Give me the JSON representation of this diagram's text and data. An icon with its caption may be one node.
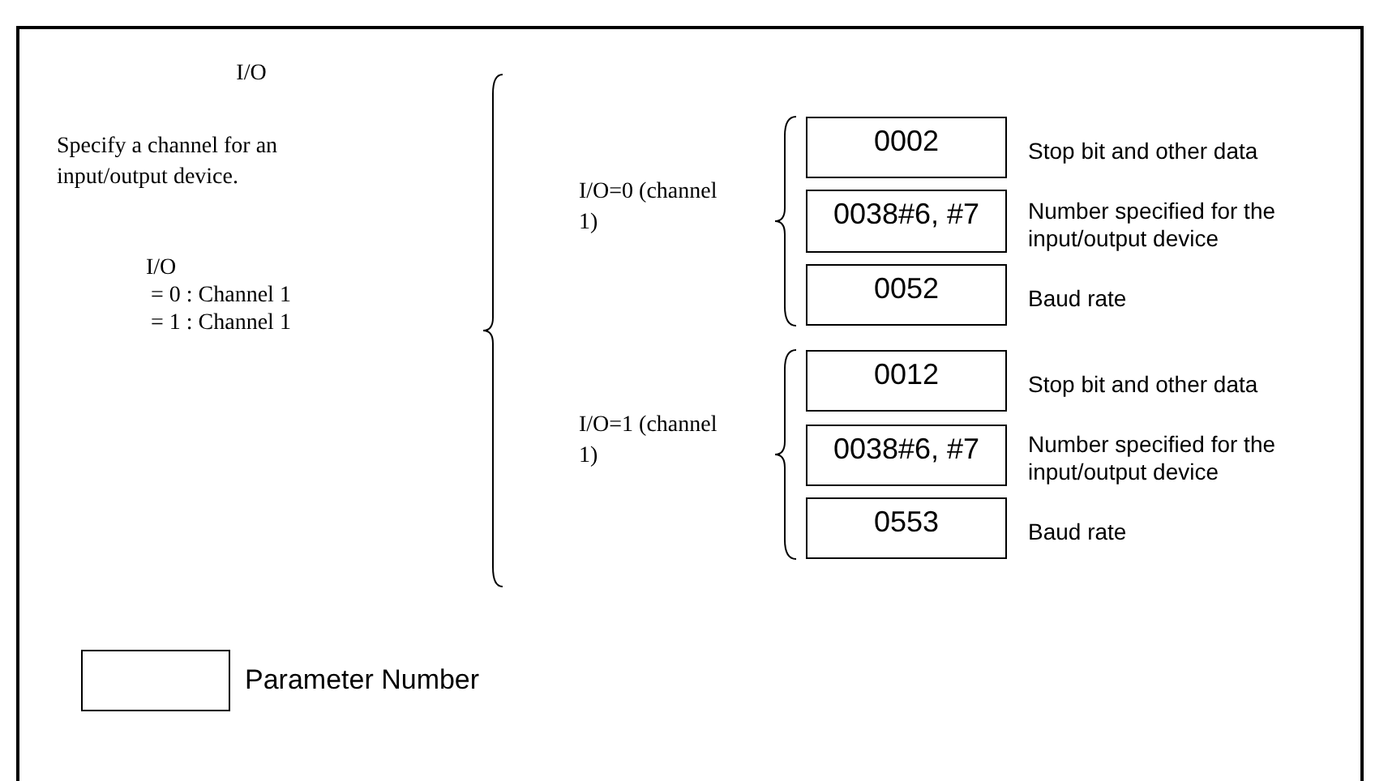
{
  "diagram": {
    "nodes": [
      {
        "text": [
          "0002"
        ],
        "beside": [
          "Stop bit and other data"
        ]
      },
      {
        "text": [
          "0038#6, #7"
        ],
        "beside": [
          "Number specified for the input/output device"
        ]
      },
      {
        "text": [
          "0052"
        ],
        "beside": [
          "Baud rate"
        ]
      },
      {
        "text": [
          "0012"
        ],
        "beside": [
          "Stop bit and other data"
        ]
      },
      {
        "text": [
          "0038#6, #7"
        ],
        "beside": [
          "Number specified for the input/output device"
        ]
      },
      {
        "text": [
          "0553"
        ],
        "beside": [
          "Baud rate"
        ]
      }
    ],
    "labels": [
      "I/O",
      "Specify a channel for an input/output device.",
      "I/O",
      "= 0 : Channel 1",
      "= 1 : Channel 1",
      "I/O=0 (channel 1)",
      "I/O=1 (channel 1)"
    ],
    "legend": [
      {
        "text": "Parameter Number"
      }
    ]
  }
}
